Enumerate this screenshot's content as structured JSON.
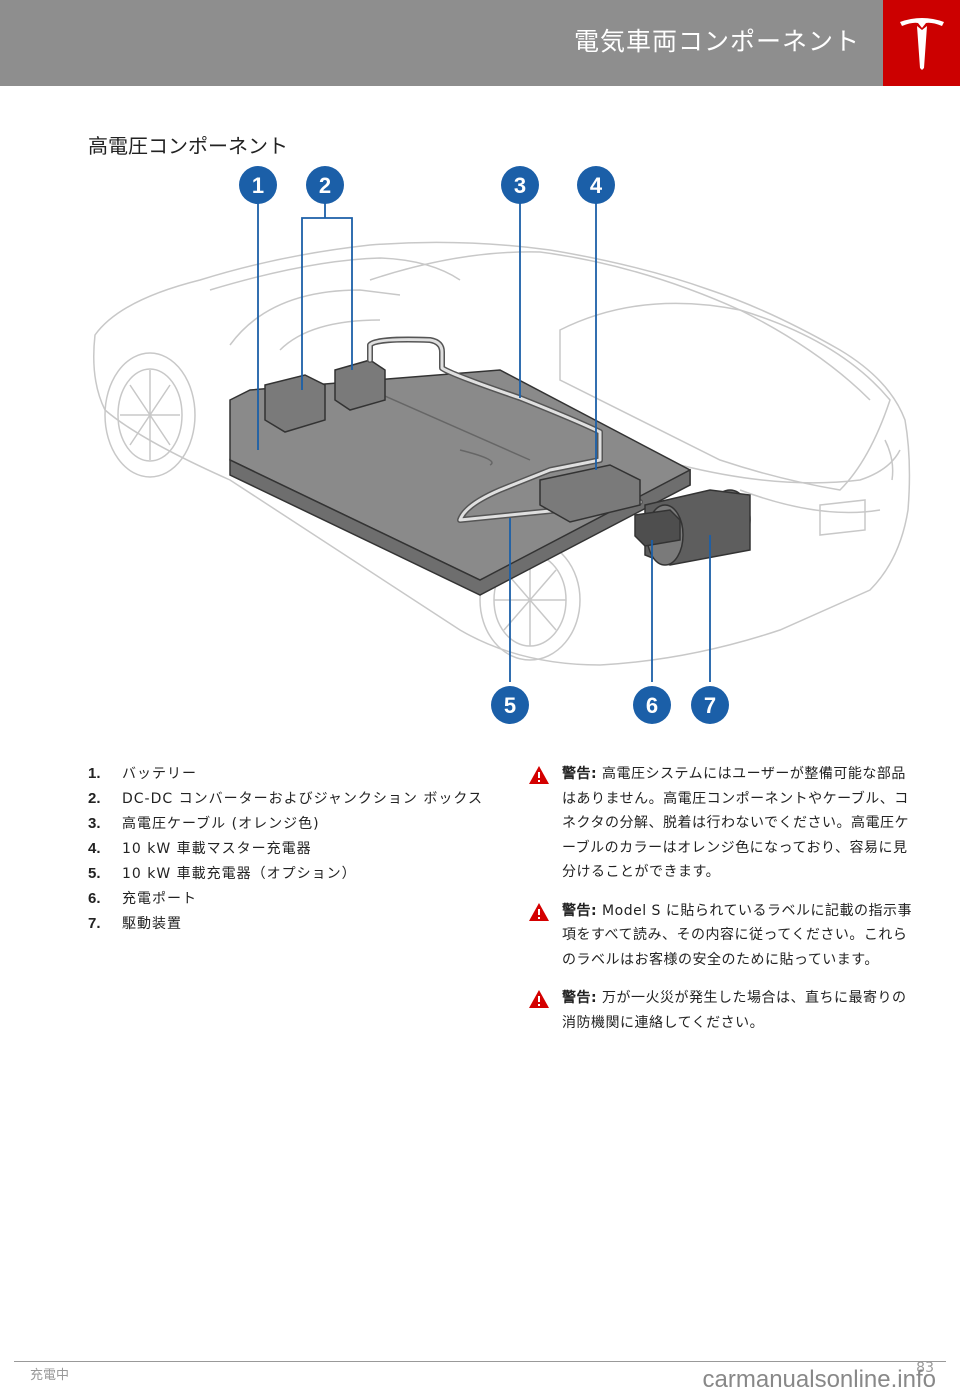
{
  "header": {
    "title": "電気車両コンポーネント"
  },
  "section": {
    "title": "高電圧コンポーネント"
  },
  "callouts": [
    "1",
    "2",
    "3",
    "4",
    "5",
    "6",
    "7"
  ],
  "components": [
    {
      "num": "1.",
      "label": "バッテリー"
    },
    {
      "num": "2.",
      "label": "DC-DC コンバーターおよびジャンクション ボックス"
    },
    {
      "num": "3.",
      "label": "高電圧ケーブル (オレンジ色)"
    },
    {
      "num": "4.",
      "label": "10 kW 車載マスター充電器"
    },
    {
      "num": "5.",
      "label": "10 kW 車載充電器（オプション）"
    },
    {
      "num": "6.",
      "label": "充電ポート"
    },
    {
      "num": "7.",
      "label": "駆動装置"
    }
  ],
  "warnings": [
    {
      "label": "警告:",
      "text": " 高電圧システムにはユーザーが整備可能な部品はありません。高電圧コンポーネントやケーブル、コネクタの分解、脱着は行わないでください。高電圧ケーブルのカラーはオレンジ色になっており、容易に見分けることができます。"
    },
    {
      "label": "警告:",
      "text": " Model S に貼られているラベルに記載の指示事項をすべて読み、その内容に従ってください。これらのラベルはお客様の安全のために貼っています。"
    },
    {
      "label": "警告:",
      "text": " 万が一火災が発生した場合は、直ちに最寄りの消防機関に連絡してください。"
    }
  ],
  "footer": {
    "section": "充電中",
    "page": "83",
    "watermark": "carmanualsonline.info"
  },
  "colors": {
    "header_bg": "#8e8e8e",
    "logo_bg": "#cc0000",
    "callout": "#1b5fa8",
    "warning": "#d40000"
  }
}
